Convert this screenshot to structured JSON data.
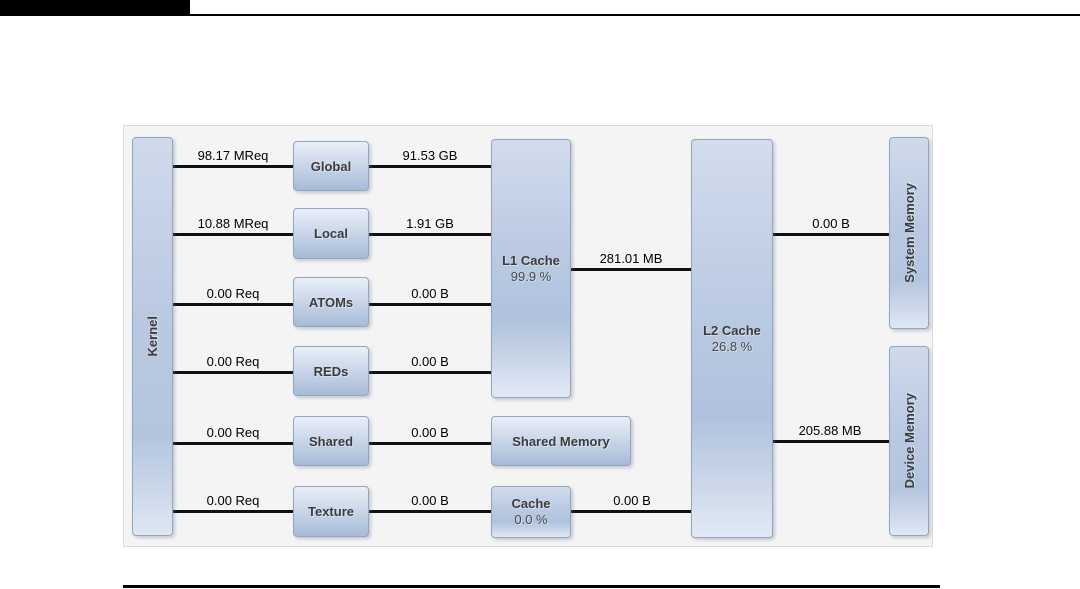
{
  "diagram": {
    "title": "memory-hierarchy-diagram",
    "nodes": {
      "kernel": {
        "label": "Kernel"
      },
      "global": {
        "label": "Global"
      },
      "local": {
        "label": "Local"
      },
      "atoms": {
        "label": "ATOMs"
      },
      "reds": {
        "label": "REDs"
      },
      "shared": {
        "label": "Shared"
      },
      "texture": {
        "label": "Texture"
      },
      "l1_cache": {
        "label": "L1 Cache",
        "hit_rate": "99.9 %"
      },
      "shared_memory": {
        "label": "Shared Memory"
      },
      "texture_cache": {
        "label": "Cache",
        "hit_rate": "0.0 %"
      },
      "l2_cache": {
        "label": "L2 Cache",
        "hit_rate": "26.8 %"
      },
      "system_memory": {
        "label": "System Memory"
      },
      "device_memory": {
        "label": "Device Memory"
      }
    },
    "edges": {
      "kernel_global": "98.17 MReq",
      "global_l1": "91.53 GB",
      "kernel_local": "10.88 MReq",
      "local_l1": "1.91 GB",
      "kernel_atoms": "0.00 Req",
      "atoms_l1": "0.00 B",
      "kernel_reds": "0.00 Req",
      "reds_l1": "0.00 B",
      "kernel_shared": "0.00 Req",
      "shared_sharedmem": "0.00 B",
      "kernel_texture": "0.00 Req",
      "texture_texcache": "0.00 B",
      "l1_l2": "281.01 MB",
      "texcache_l2": "0.00 B",
      "l2_system_memory": "0.00 B",
      "l2_device_memory": "205.88 MB"
    },
    "colors": {
      "line": "#101010",
      "panel_bg": "#f4f4f5",
      "node_fill_top": "#eaeff7",
      "node_fill_bottom": "#a6bbd8",
      "node_border": "#93a6c0"
    }
  }
}
